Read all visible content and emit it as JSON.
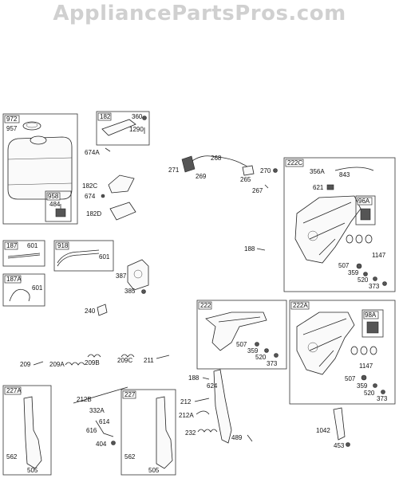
{
  "watermark": "AppliancePartsPros.com",
  "groups": {
    "g972": "972",
    "g182": "182",
    "g958": "958",
    "g222c": "222C",
    "g96a": "96A",
    "g187": "187",
    "g918": "918",
    "g187a": "187A",
    "g222": "222",
    "g222a": "222A",
    "g98a": "98A",
    "g227a": "227A",
    "g227": "227"
  },
  "labels": {
    "l957": "957",
    "l360": "360",
    "l1290": "1290",
    "l674a": "674A",
    "l182c": "182C",
    "l674": "674",
    "l182d": "182D",
    "l484": "484",
    "l271": "271",
    "l268": "268",
    "l269": "269",
    "l265": "265",
    "l270": "270",
    "l267": "267",
    "l356a": "356A",
    "l843": "843",
    "l621": "621",
    "l1147a": "1147",
    "l507a": "507",
    "l359a": "359",
    "l520a": "520",
    "l373a": "373",
    "l601a": "601",
    "l601b": "601",
    "l601c": "601",
    "l387": "387",
    "l385": "385",
    "l188a": "188",
    "l240": "240",
    "l507b": "507",
    "l359b": "359",
    "l520b": "520",
    "l373b": "373",
    "l1147b": "1147",
    "l507c": "507",
    "l359c": "359",
    "l520c": "520",
    "l373c": "373",
    "l209": "209",
    "l209a": "209A",
    "l209b": "209B",
    "l209c": "209C",
    "l211": "211",
    "l188b": "188",
    "l624": "624",
    "l212b": "212B",
    "l332a": "332A",
    "l614": "614",
    "l616": "616",
    "l404": "404",
    "l212": "212",
    "l212a": "212A",
    "l232": "232",
    "l489": "489",
    "l1042": "1042",
    "l453": "453",
    "l562a": "562",
    "l505a": "505",
    "l562b": "562",
    "l505b": "505"
  }
}
